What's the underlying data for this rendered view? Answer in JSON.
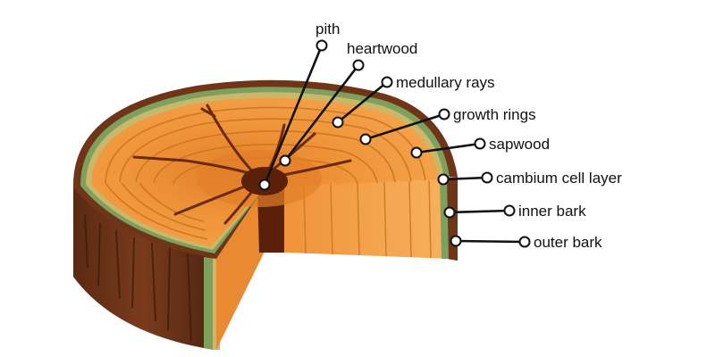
{
  "labels": {
    "pith": "pith",
    "heartwood": "heartwood",
    "medullary_rays": "medullary rays",
    "growth_rings": "growth rings",
    "sapwood": "sapwood",
    "cambium_cell_layer": "cambium cell layer",
    "inner_bark": "inner bark",
    "outer_bark": "outer bark"
  },
  "colors": {
    "outer_bark": "#6e3518",
    "bark_side_dark": "#4a2410",
    "inner_bark": "#7da05e",
    "cambium": "#c9b86a",
    "wood": "#f0953a",
    "wood_light": "#f6ad57",
    "heartwood": "#e27f2a",
    "pith": "#5a2108",
    "ring_line": "#c9731f",
    "crack": "#6a2a10"
  }
}
